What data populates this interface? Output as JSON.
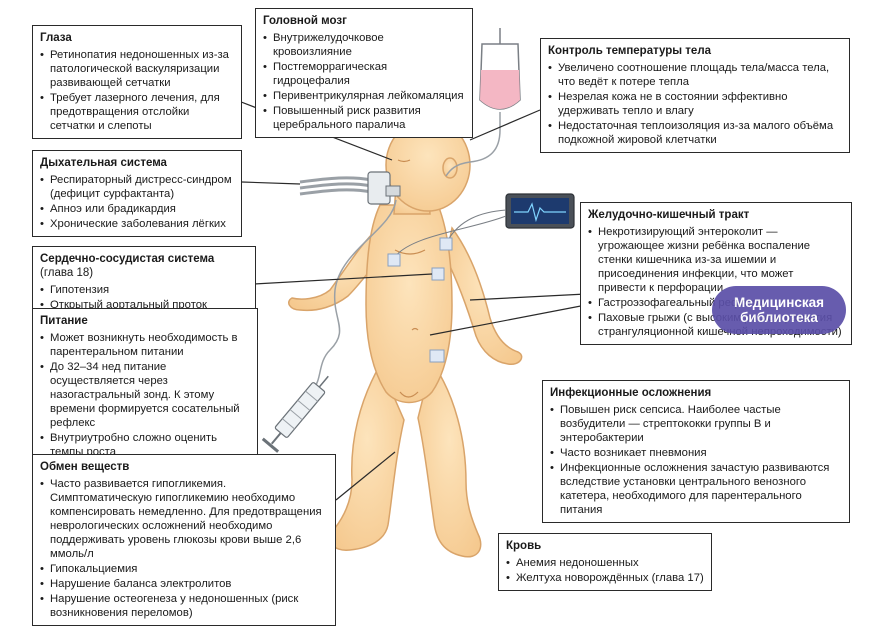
{
  "boxes": {
    "eyes": {
      "title": "Глаза",
      "items": [
        "Ретинопатия недоношенных из-за патологической васкуляризации развивающей сетчатки",
        "Требует лазерного лечения, для предотвращения отслойки сетчатки и слепоты"
      ]
    },
    "brain": {
      "title": "Головной мозг",
      "items": [
        "Внутрижелудочковое кровоизлияние",
        "Постгеморрагическая гидроцефалия",
        "Перивентрикулярная лейкомаляция",
        "Повышенный риск развития церебрального паралича"
      ]
    },
    "temperature": {
      "title": "Контроль температуры тела",
      "items": [
        "Увеличено соотношение площадь тела/масса тела, что ведёт к потере тепла",
        "Незрелая кожа не в состоянии эффективно удерживать тепло и влагу",
        "Недостаточная теплоизоляция из-за малого объёма подкожной жировой клетчатки"
      ]
    },
    "respiratory": {
      "title": "Дыхательная система",
      "items": [
        "Респираторный дистресс-синдром (дефицит сурфактанта)",
        "Апноэ или брадикардия",
        "Хронические заболевания лёгких"
      ]
    },
    "cardio": {
      "title": "Сердечно-сосудистая система",
      "note": "(глава 18)",
      "items": [
        "Гипотензия",
        "Открытый аортальный проток"
      ]
    },
    "gi": {
      "title": "Желудочно-кишечный тракт",
      "items": [
        "Некротизирующий энтероколит — угрожающее жизни ребёнка воспаление стенки кишечника из-за ишемии и присоединения инфекции, что может привести к перфорации",
        "Гастроэзофагеальный рефлюкс",
        "Паховые грыжи (с высоким риском развития странгуляционной кишечной непроходимости)"
      ]
    },
    "nutrition": {
      "title": "Питание",
      "items": [
        "Может возникнуть необходимость в парентеральном питании",
        "До 32–34 нед питание осуществляется через назогастральный зонд. К этому времени формируется сосательный рефлекс",
        "Внутриутробно сложно оценить темпы роста"
      ]
    },
    "infection": {
      "title": "Инфекционные осложнения",
      "items": [
        "Повышен риск сепсиса. Наиболее частые возбудители — стрептококки группы B и энтеробактерии",
        "Часто возникает пневмония",
        "Инфекционные осложнения зачастую развиваются вследствие установки центрального венозного катетера, необходимого для парентерального питания"
      ]
    },
    "metabolism": {
      "title": "Обмен веществ",
      "items": [
        "Часто развивается гипогликемия. Симптоматическую гипогликемию необходимо компенсировать немедленно. Для предотвращения неврологических осложнений необходимо поддерживать уровень глюкозы крови выше 2,6 ммоль/л",
        "Гипокальциемия",
        "Нарушение баланса электролитов",
        "Нарушение остеогенеза у недоношенных (риск возникновения переломов)"
      ]
    },
    "blood": {
      "title": "Кровь",
      "items": [
        "Анемия недоношенных",
        "Желтуха новорождённых (глава 17)"
      ]
    }
  },
  "watermark": "Медицинская библиотека",
  "colors": {
    "skin": "#fbd9a6",
    "skin_outline": "#d9a46a",
    "iv_fluid": "#f4b7c4",
    "monitor_screen": "#1d3a6e",
    "monitor_trace": "#7fd3ff",
    "box_border": "#2a2a2a",
    "watermark_bg": "#5b4fa8"
  }
}
